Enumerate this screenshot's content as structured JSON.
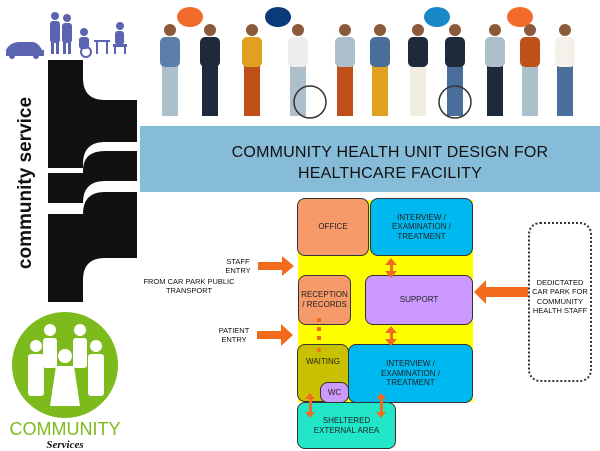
{
  "title": {
    "line1": "COMMUNITY HEALTH UNIT DESIGN FOR",
    "line2": "HEALTHCARE FACILITY"
  },
  "logos": {
    "community_service": "community service",
    "community_services_top": "COMMUNITY",
    "community_services_bottom": "Services"
  },
  "colors": {
    "banner": "#87bcd8",
    "office": "#f79a6a",
    "interview": "#00b8f0",
    "support": "#cc99ff",
    "waiting": "#c8c000",
    "sheltered": "#22e6c8",
    "circulation": "#ffff00",
    "arrow": "#f26b1d",
    "logo_green": "#7dbb1c"
  },
  "diagram": {
    "rooms": {
      "office": "OFFICE",
      "interview_top": "INTERVIEW / EXAMINATION / TREATMENT",
      "reception": "RECEPTION / RECORDS",
      "support": "SUPPORT",
      "waiting": "WAITING",
      "wc": "WC",
      "interview_bottom": "INTERVIEW / EXAMINATION / TREATMENT",
      "sheltered": "SHELTERED EXTERNAL AREA"
    },
    "labels": {
      "staff_entry": "STAFF ENTRY",
      "from": "FROM CAR PARK PUBLIC TRANSPORT",
      "patient_entry": "PATIENT ENTRY",
      "car_park": "DEDICTATED CAR PARK FOR COMMUNITY HEALTH STAFF"
    }
  }
}
